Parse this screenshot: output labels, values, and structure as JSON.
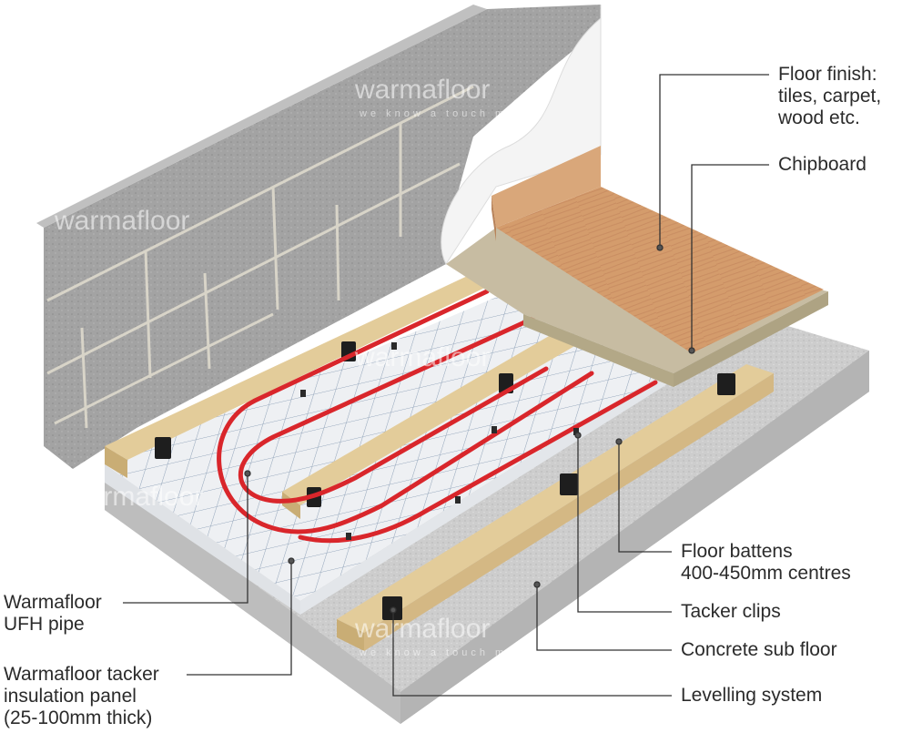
{
  "watermark": {
    "brand": "warmafloor",
    "tagline": "we know a touch more"
  },
  "labels": {
    "floor_finish": [
      "Floor finish:",
      "tiles, carpet,",
      "wood etc."
    ],
    "chipboard": "Chipboard",
    "floor_battens": [
      "Floor battens",
      "400-450mm centres"
    ],
    "tacker_clips": "Tacker clips",
    "concrete_sub_floor": "Concrete sub floor",
    "levelling_system": "Levelling system",
    "ufh_pipe": [
      "Warmafloor",
      "UFH pipe"
    ],
    "insulation_panel": [
      "Warmafloor tacker",
      "insulation panel",
      "(25-100mm thick)"
    ]
  },
  "colors": {
    "pipe": "#d9262b",
    "timber": "#d8c08f",
    "block": "#9b9b9b",
    "concrete": "#cfcfcf",
    "insulation": "#eef0f3",
    "chipboard": "#c8bda4",
    "wood_finish": "#d29a6a",
    "leader_line": "#333333"
  }
}
